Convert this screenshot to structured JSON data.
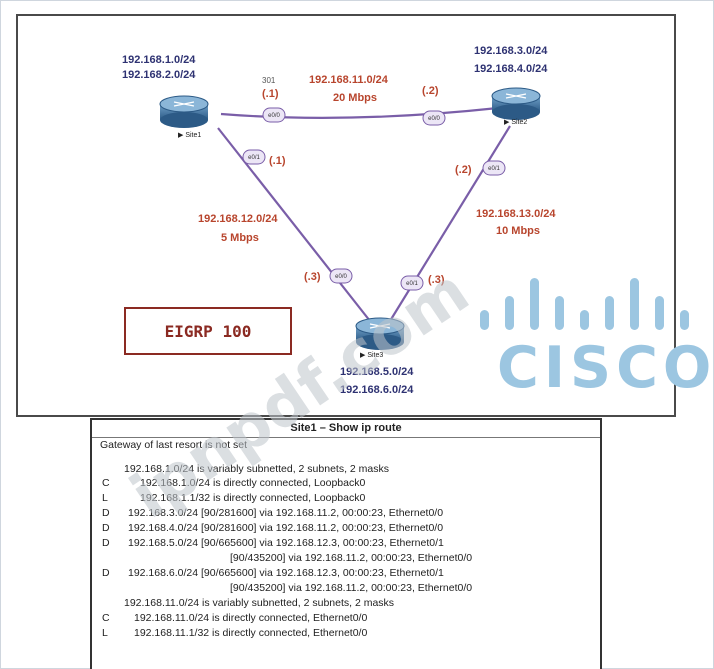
{
  "topology": {
    "eigrp_label": "EIGRP 100",
    "site1": {
      "name": "Site1",
      "networks": [
        "192.168.1.0/24",
        "192.168.2.0/24"
      ]
    },
    "site2": {
      "name": "Site2",
      "networks": [
        "192.168.3.0/24",
        "192.168.4.0/24"
      ]
    },
    "site3": {
      "name": "Site3",
      "networks": [
        "192.168.5.0/24",
        "192.168.6.0/24"
      ]
    },
    "link_1_2": {
      "network": "192.168.11.0/24",
      "bandwidth": "20 Mbps",
      "ip_a": "(.1)",
      "ip_b": "(.2)",
      "if_a": "e0/0",
      "if_b": "e0/0"
    },
    "link_1_3": {
      "network": "192.168.12.0/24",
      "bandwidth": "5 Mbps",
      "ip_a": "(.1)",
      "ip_b": "(.3)",
      "if_a": "e0/1",
      "if_b": "e0/0"
    },
    "link_2_3": {
      "network": "192.168.13.0/24",
      "bandwidth": "10 Mbps",
      "ip_a": "(.2)",
      "ip_b": "(.3)",
      "if_a": "e0/1",
      "if_b": "e0/1"
    },
    "stray_mark": "301"
  },
  "logo": {
    "word": "CISCO",
    "color": "#9cc6e1"
  },
  "watermark": "ipnpdf.com",
  "route_table": {
    "title": "Site1 – Show ip route",
    "gateway": "Gateway of last resort is not set",
    "entries": [
      {
        "code": "",
        "text": "192.168.1.0/24 is variably subnetted, 2 subnets, 2 masks"
      },
      {
        "code": "C",
        "text": "192.168.1.0/24 is directly connected, Loopback0"
      },
      {
        "code": "L",
        "text": "192.168.1.1/32 is directly connected, Loopback0"
      },
      {
        "code": "D",
        "text": "192.168.3.0/24 [90/281600] via 192.168.11.2, 00:00:23, Ethernet0/0"
      },
      {
        "code": "D",
        "text": "192.168.4.0/24 [90/281600] via 192.168.11.2, 00:00:23, Ethernet0/0"
      },
      {
        "code": "D",
        "text": "192.168.5.0/24 [90/665600] via 192.168.12.3, 00:00:23, Ethernet0/1"
      },
      {
        "code": "",
        "text": "[90/435200] via 192.168.11.2, 00:00:23, Ethernet0/0"
      },
      {
        "code": "D",
        "text": "192.168.6.0/24 [90/665600] via 192.168.12.3, 00:00:23, Ethernet0/1"
      },
      {
        "code": "",
        "text": "[90/435200] via 192.168.11.2, 00:00:23, Ethernet0/0"
      },
      {
        "code": "",
        "text": "192.168.11.0/24 is variably subnetted, 2 subnets, 2 masks"
      },
      {
        "code": "C",
        "text": "192.168.11.0/24 is directly connected, Ethernet0/0"
      },
      {
        "code": "L",
        "text": "192.168.11.1/32 is directly connected, Ethernet0/0"
      }
    ]
  }
}
